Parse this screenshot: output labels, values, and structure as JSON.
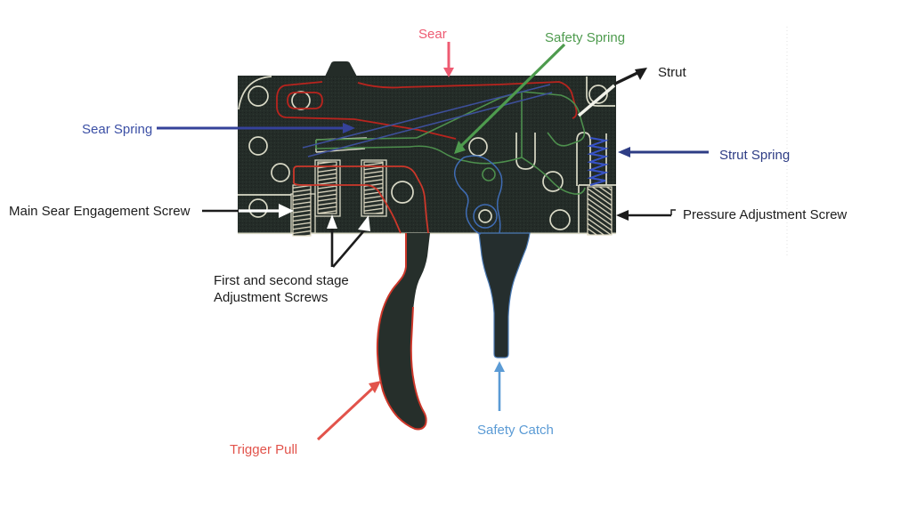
{
  "diagram": {
    "type": "scanned technical diagram of rifle trigger assembly",
    "labels": {
      "sear": {
        "text": "Sear",
        "color": "#ee5b72"
      },
      "safety_spring": {
        "text": "Safety Spring",
        "color": "#4e9b4e"
      },
      "strut": {
        "text": "Strut",
        "color": "#1c1c1c"
      },
      "sear_spring": {
        "text": "Sear Spring",
        "color": "#3b4fa5"
      },
      "strut_spring": {
        "text": "Strut Spring",
        "color": "#2e3d85"
      },
      "main_sear_engagement_screw": {
        "text": "Main Sear Engagement Screw",
        "color": "#1c1c1c"
      },
      "pressure_adjustment_screw": {
        "text": "Pressure Adjustment Screw",
        "color": "#1c1c1c"
      },
      "stage_adjustment_screws": {
        "line1": "First and second stage",
        "line2": "Adjustment Screws",
        "color": "#1c1c1c"
      },
      "trigger_pull": {
        "text": "Trigger Pull",
        "color": "#e2534b"
      },
      "safety_catch": {
        "text": "Safety Catch",
        "color": "#5b9bd5"
      }
    },
    "palette": {
      "background": "#ffffff",
      "plate_body": "#242c28",
      "outline_cream": "#d9d9c6",
      "sear_outline_red": "#b8241e",
      "trigger_outline_red": "#cc372a",
      "spring_wire_blue": "#3d4f9a",
      "strut_spring_coil_blue": "#3752c4",
      "safety_catch_blue": "#3f6cb4",
      "safety_lever_green": "#4d8f4d",
      "arrow_black": "#1c1c1c",
      "arrow_white": "#ffffff"
    }
  }
}
